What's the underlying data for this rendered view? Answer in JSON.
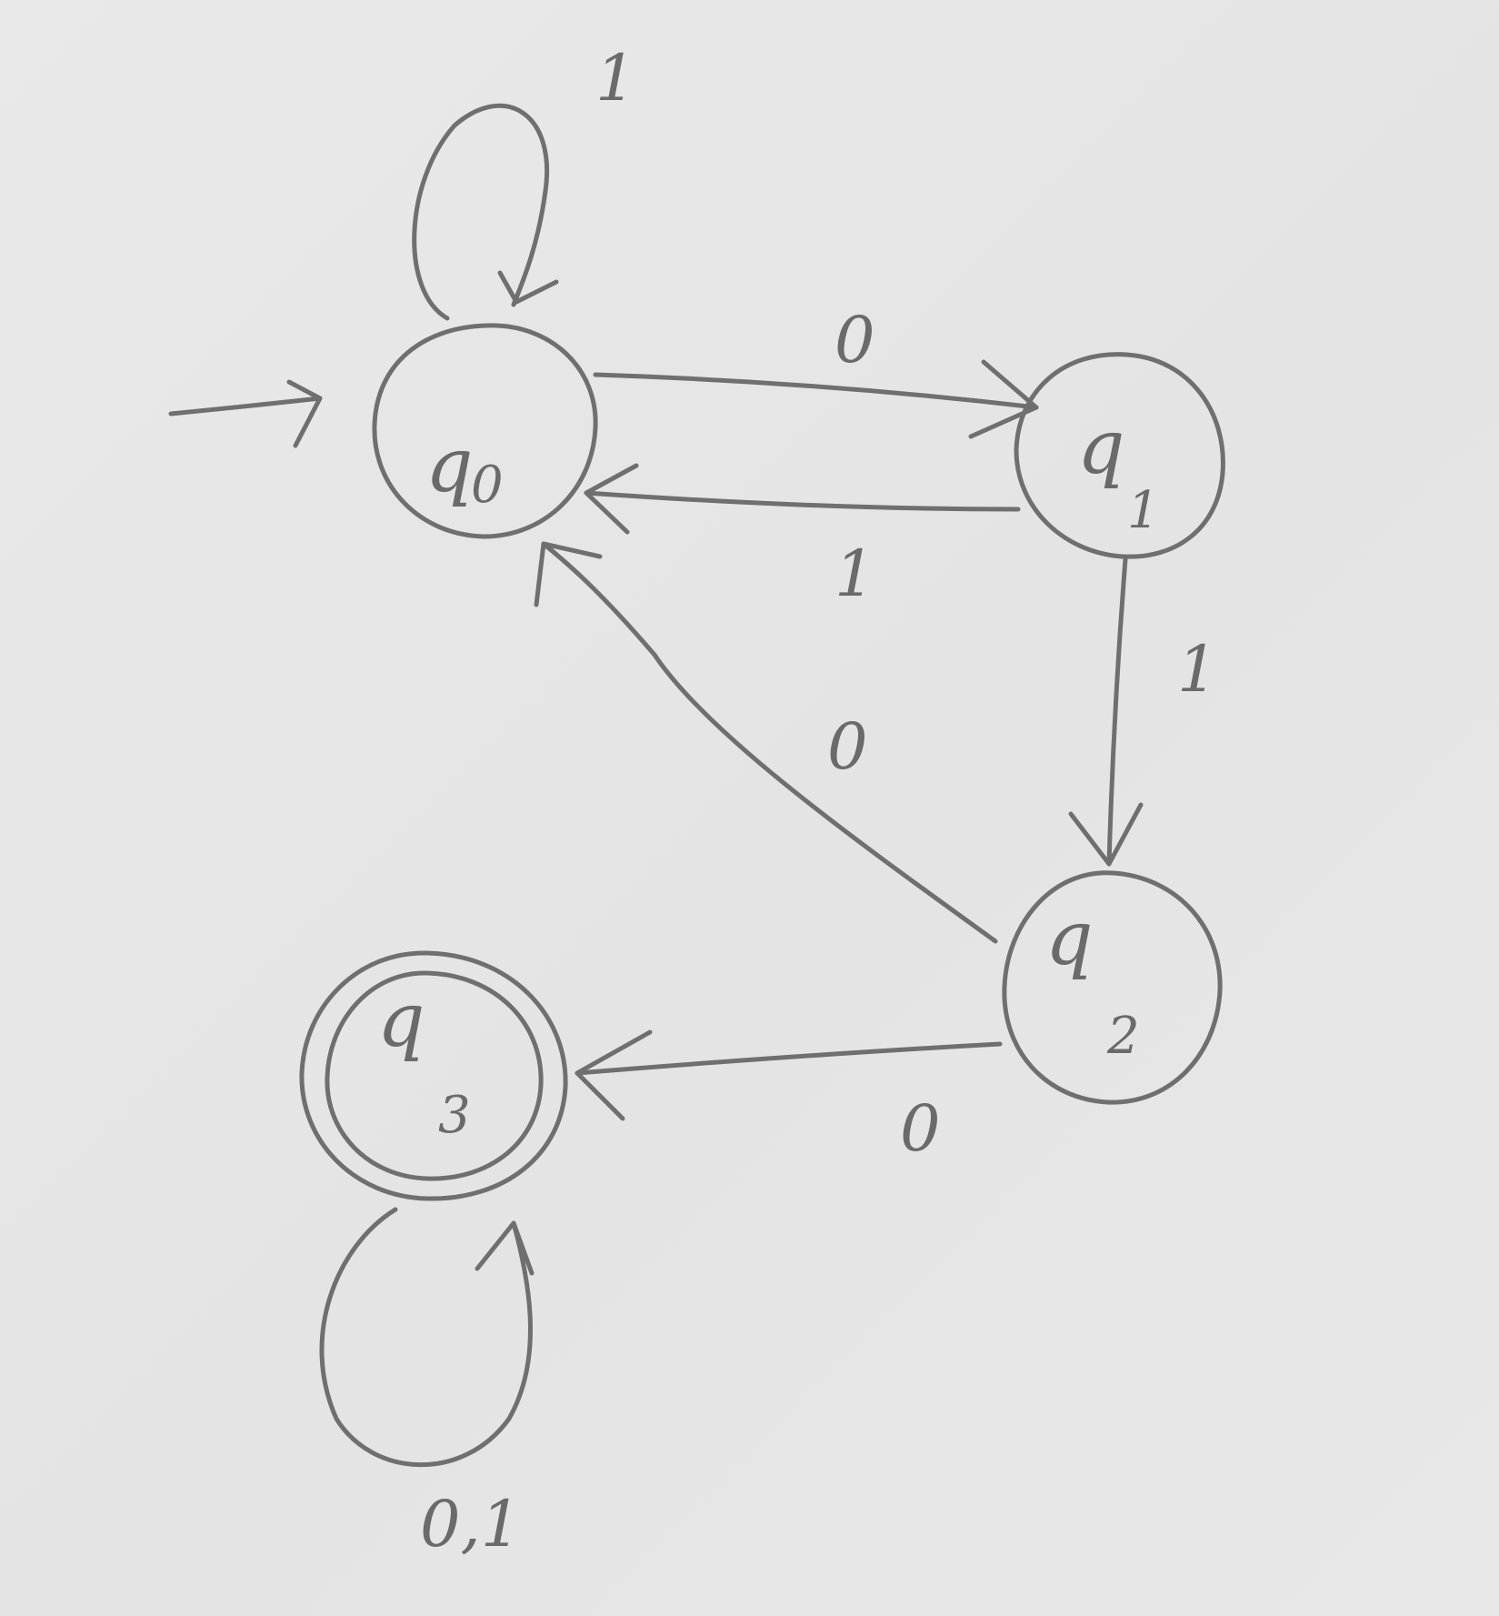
{
  "diagram": {
    "states": [
      {
        "id": "q0",
        "name": "q",
        "subscript": "0",
        "start": true,
        "accepting": false
      },
      {
        "id": "q1",
        "name": "q",
        "subscript": "1",
        "start": false,
        "accepting": false
      },
      {
        "id": "q2",
        "name": "q",
        "subscript": "2",
        "start": false,
        "accepting": false
      },
      {
        "id": "q3",
        "name": "q",
        "subscript": "3",
        "start": false,
        "accepting": true
      }
    ],
    "transitions": [
      {
        "from": "q0",
        "to": "q0",
        "label": "1"
      },
      {
        "from": "q0",
        "to": "q1",
        "label": "0"
      },
      {
        "from": "q1",
        "to": "q0",
        "label": "1"
      },
      {
        "from": "q1",
        "to": "q2",
        "label": "1"
      },
      {
        "from": "q2",
        "to": "q0",
        "label": "0"
      },
      {
        "from": "q2",
        "to": "q3",
        "label": "0"
      },
      {
        "from": "q3",
        "to": "q3",
        "label": "0,1"
      }
    ]
  },
  "colors": {
    "pencil": "#6f6f6f",
    "paper": "#e6e6e6"
  }
}
